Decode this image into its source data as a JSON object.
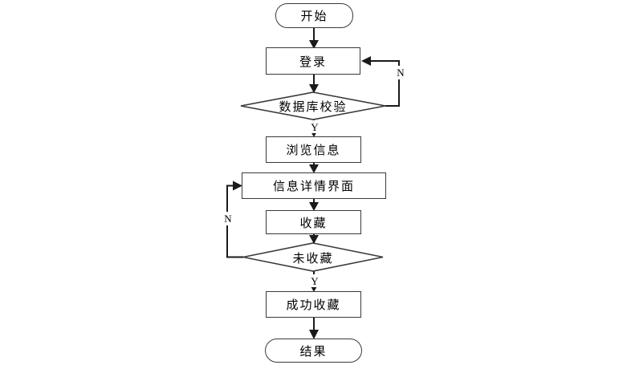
{
  "diagram": {
    "type": "flowchart",
    "nodes": {
      "start": {
        "label": "开始",
        "shape": "terminator"
      },
      "login": {
        "label": "登录",
        "shape": "process"
      },
      "db_check": {
        "label": "数据库校验",
        "shape": "decision"
      },
      "browse": {
        "label": "浏览信息",
        "shape": "process"
      },
      "detail": {
        "label": "信息详情界面",
        "shape": "process"
      },
      "favorite": {
        "label": "收藏",
        "shape": "process"
      },
      "not_favorited": {
        "label": "未收藏",
        "shape": "decision"
      },
      "success": {
        "label": "成功收藏",
        "shape": "process"
      },
      "result": {
        "label": "结果",
        "shape": "terminator"
      }
    },
    "edges": {
      "db_check_no_label": "N",
      "db_check_yes_label": "Y",
      "not_favorited_no_label": "N",
      "not_favorited_yes_label": "Y"
    },
    "flow": [
      "start -> login",
      "login -> db_check",
      "db_check -N-> login",
      "db_check -Y-> browse",
      "browse -> detail",
      "detail -> favorite",
      "favorite -> not_favorited",
      "not_favorited -N-> detail",
      "not_favorited -Y-> success",
      "success -> result"
    ],
    "colors": {
      "line": "#1a1a1a",
      "border": "#3a3a3a",
      "text": "#000000",
      "background": "#ffffff"
    }
  }
}
